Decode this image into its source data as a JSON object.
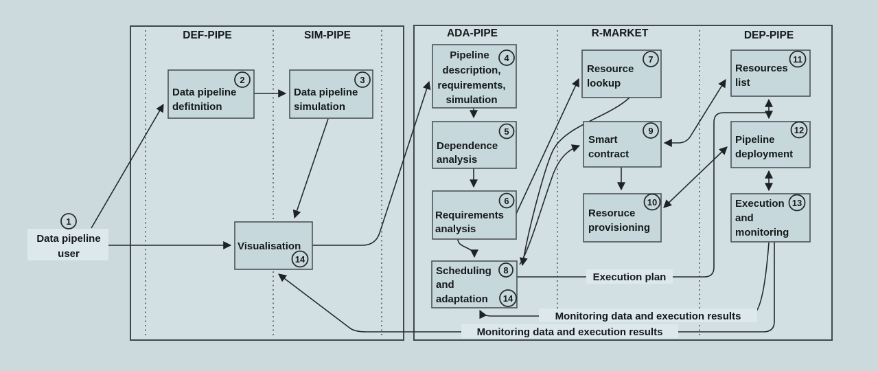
{
  "page": {
    "title": "Data pipeline lifecycle diagram"
  },
  "colors": {
    "background": "#ccd9dd",
    "container_fill": "#d2dfe3",
    "box_fill": "#c7d8dd",
    "box_border": "#4b5357",
    "container_border": "#40484d",
    "line": "#24292c",
    "text": "#15191b",
    "label_highlight": "#dce8ec"
  },
  "lanes": {
    "def_pipe": "DEF-PIPE",
    "sim_pipe": "SIM-PIPE",
    "ada_pipe": "ADA-PIPE",
    "r_market": "R-MARKET",
    "dep_pipe": "DEP-PIPE"
  },
  "nodes": {
    "user": {
      "num": "1",
      "lines": [
        "Data pipeline",
        "user"
      ]
    },
    "definition": {
      "num": "2",
      "lines": [
        "Data pipeline",
        "defitnition"
      ]
    },
    "simulation": {
      "num": "3",
      "lines": [
        "Data pipeline",
        "simulation"
      ]
    },
    "description": {
      "num": "4",
      "lines": [
        "Pipeline",
        "description,",
        "requirements,",
        "simulation"
      ]
    },
    "dependence": {
      "num": "5",
      "lines": [
        "Dependence",
        "analysis"
      ]
    },
    "requirements": {
      "num": "6",
      "lines": [
        "Requirements",
        "analysis"
      ]
    },
    "lookup": {
      "num": "7",
      "lines": [
        "Resource",
        "lookup"
      ]
    },
    "scheduling": {
      "num": "8",
      "num2": "14",
      "lines": [
        "Scheduling",
        "and",
        "adaptation"
      ]
    },
    "contract": {
      "num": "9",
      "lines": [
        "Smart",
        "contract"
      ]
    },
    "provisioning": {
      "num": "10",
      "lines": [
        "Resoruce",
        "provisioning"
      ]
    },
    "resources": {
      "num": "11",
      "lines": [
        "Resources",
        "list"
      ]
    },
    "deployment": {
      "num": "12",
      "lines": [
        "Pipeline",
        "deployment"
      ]
    },
    "execution": {
      "num": "13",
      "lines": [
        "Execution",
        "and",
        "monitoring"
      ]
    },
    "visualisation": {
      "num": "14",
      "lines": [
        "Visualisation"
      ]
    }
  },
  "edge_labels": {
    "execution_plan": "Execution plan",
    "monitoring_to_scheduling": "Monitoring data and execution results",
    "monitoring_to_visualisation": "Monitoring data and execution results"
  }
}
